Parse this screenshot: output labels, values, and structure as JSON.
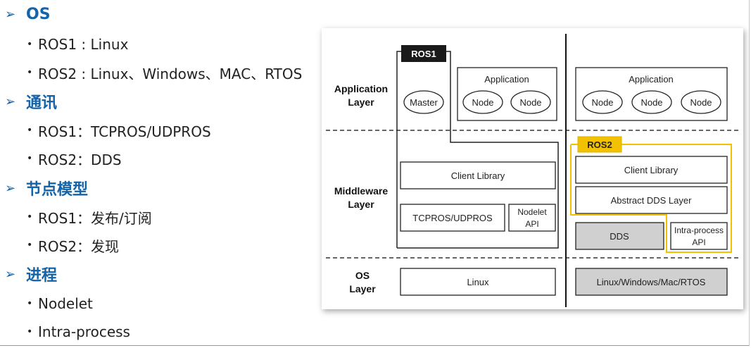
{
  "sections": [
    {
      "title": "OS",
      "items": [
        "ROS1 : Linux",
        "ROS2 : Linux、Windows、MAC、RTOS"
      ]
    },
    {
      "title": "通讯",
      "items": [
        "ROS1：TCPROS/UDPROS",
        "ROS2：DDS"
      ]
    },
    {
      "title": "节点模型",
      "items": [
        "ROS1：发布/订阅",
        "ROS2：发现"
      ]
    },
    {
      "title": "进程",
      "items": [
        "Nodelet",
        "Intra-process"
      ]
    }
  ],
  "bullet_glyphs": {
    "section": "➢",
    "item": "•"
  },
  "diagram": {
    "layers": {
      "application": [
        "Application",
        "Layer"
      ],
      "middleware": [
        "Middleware",
        "Layer"
      ],
      "os": [
        "OS",
        "Layer"
      ]
    },
    "ros1": {
      "tag": "ROS1",
      "master": "Master",
      "application_box": "Application",
      "nodes": [
        "Node",
        "Node"
      ],
      "client_library": "Client Library",
      "transport": "TCPROS/UDPROS",
      "nodelet": [
        "Nodelet",
        "API"
      ],
      "os": "Linux"
    },
    "ros2": {
      "tag": "ROS2",
      "application_box": "Application",
      "nodes": [
        "Node",
        "Node",
        "Node"
      ],
      "client_library": "Client Library",
      "abstract_dds": "Abstract DDS Layer",
      "dds": "DDS",
      "intra_process": [
        "Intra-process",
        "API"
      ],
      "os": "Linux/Windows/Mac/RTOS"
    },
    "colors": {
      "ros2_accent": "#f2c200",
      "ros1_tag_bg": "#1a1a1a",
      "gray_fill": "#d0d0d0"
    }
  }
}
